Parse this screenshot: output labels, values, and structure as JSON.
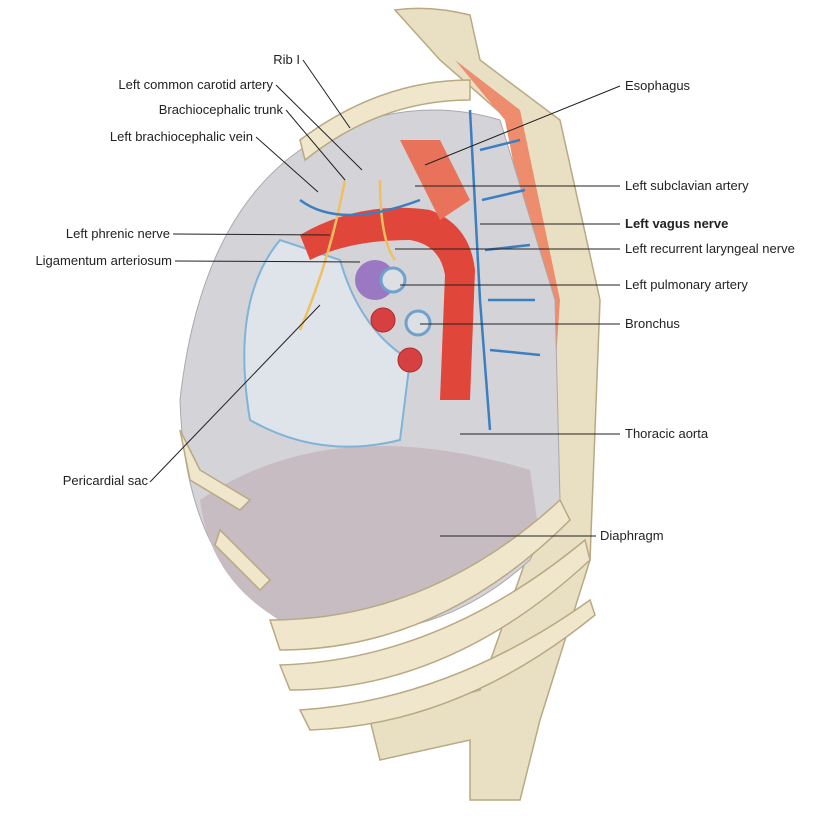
{
  "labels_left": [
    {
      "id": "rib-i",
      "text": "Rib I"
    },
    {
      "id": "left-common-carotid-artery",
      "text": "Left common carotid artery"
    },
    {
      "id": "brachiocephalic-trunk",
      "text": "Brachiocephalic trunk"
    },
    {
      "id": "left-brachiocephalic-vein",
      "text": "Left brachiocephalic vein"
    },
    {
      "id": "left-phrenic-nerve",
      "text": "Left phrenic nerve"
    },
    {
      "id": "ligamentum-arteriosum",
      "text": "Ligamentum arteriosum"
    },
    {
      "id": "pericardial-sac",
      "text": "Pericardial sac"
    }
  ],
  "labels_right": [
    {
      "id": "esophagus",
      "text": "Esophagus"
    },
    {
      "id": "left-subclavian-artery",
      "text": "Left subclavian artery"
    },
    {
      "id": "left-vagus-nerve",
      "text": "Left vagus nerve",
      "emphasis": true
    },
    {
      "id": "left-recurrent-laryngeal-nerve",
      "text": "Left recurrent laryngeal nerve"
    },
    {
      "id": "left-pulmonary-artery",
      "text": "Left pulmonary artery"
    },
    {
      "id": "bronchus",
      "text": "Bronchus"
    },
    {
      "id": "thoracic-aorta",
      "text": "Thoracic aorta"
    },
    {
      "id": "diaphragm",
      "text": "Diaphragm"
    }
  ],
  "colors": {
    "artery": "#e0463a",
    "muscle": "#ef8f72",
    "bone": "#efe6cc",
    "vein": "#3c7fc0",
    "nerve": "#f3c76a",
    "pleura": "#c9cdd6"
  }
}
